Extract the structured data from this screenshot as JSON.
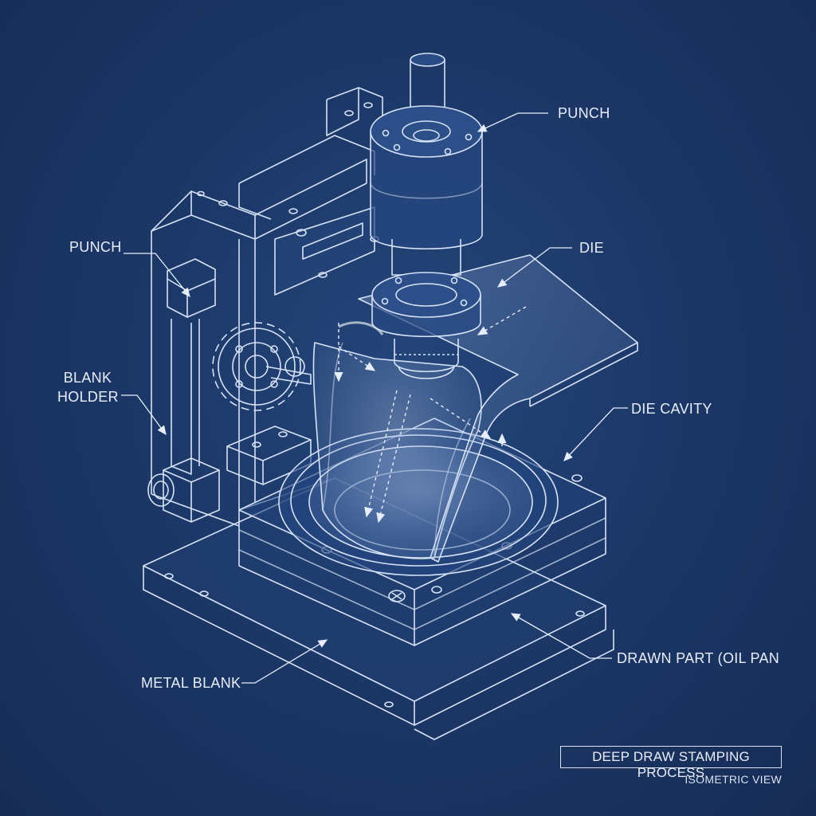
{
  "labels": {
    "punch_top": "PUNCH",
    "punch_left": "PUNCH",
    "die": "DIE",
    "blank_holder_line1": "BLANK",
    "blank_holder_line2": "HOLDER",
    "die_cavity": "DIE CAVITY",
    "drawn_part": "DRAWN PART (OIL PAN",
    "metal_blank": "METAL BLANK"
  },
  "title_block": {
    "title": "DEEP DRAW STAMPING PROCESS",
    "subtitle": "ISOMETRIC VIEW"
  },
  "colors": {
    "background": "#1c3868",
    "line": "#dbe6f7",
    "text": "#e8eef8"
  }
}
